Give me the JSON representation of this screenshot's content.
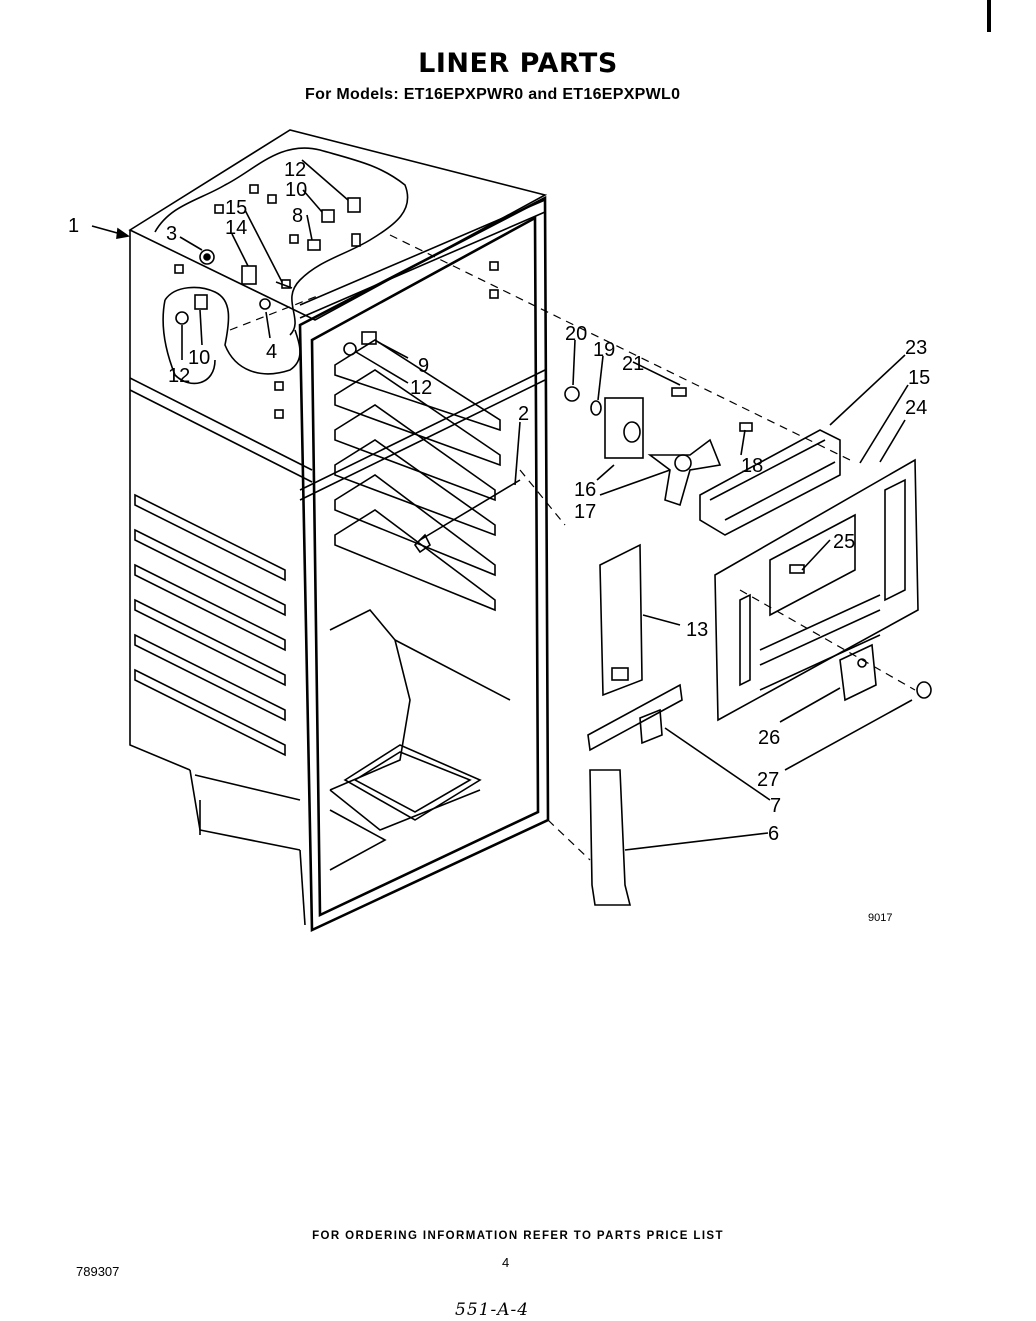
{
  "title": "LINER PARTS",
  "subtitle": "For Models: ET16EPXPWR0 and ET16EPXPWL0",
  "footer_note": "FOR ORDERING INFORMATION REFER TO PARTS PRICE LIST",
  "page_number": "4",
  "document_number": "789307",
  "handwritten_note": "551-A-4",
  "diagram_code": "9017",
  "callouts": {
    "c1": "1",
    "c2": "2",
    "c3": "3",
    "c4": "4",
    "c6": "6",
    "c7": "7",
    "c8": "8",
    "c9": "9",
    "c10a": "10",
    "c10b": "10",
    "c12a": "12",
    "c12b": "12",
    "c12c": "12",
    "c13": "13",
    "c14": "14",
    "c15a": "15",
    "c15b": "15",
    "c16": "16",
    "c17": "17",
    "c18": "18",
    "c19": "19",
    "c20": "20",
    "c21": "21",
    "c23": "23",
    "c24": "24",
    "c25": "25",
    "c26": "26",
    "c27": "27"
  }
}
